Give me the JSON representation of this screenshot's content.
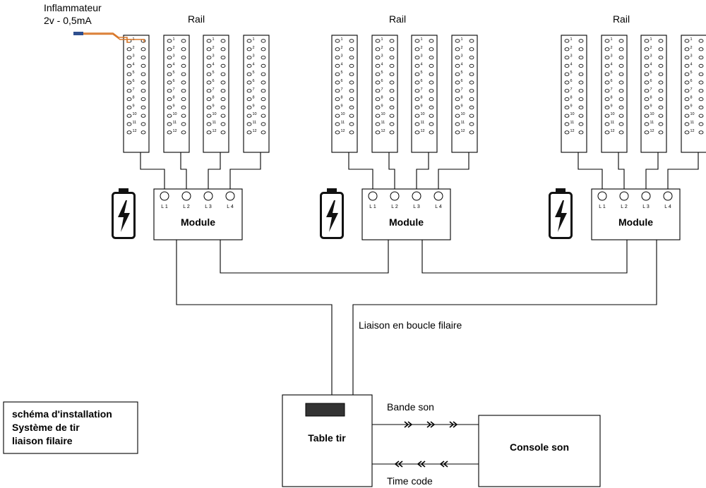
{
  "igniter": {
    "title": "Inflammateur",
    "spec": "2v - 0,5mA",
    "wire_color": "#d9782a",
    "tip_color": "#2f4f8f"
  },
  "rails": {
    "label": "Rail",
    "positions": [
      "1",
      "2",
      "3",
      "4",
      "5",
      "6",
      "7",
      "8",
      "9",
      "10",
      "11",
      "12"
    ]
  },
  "modules": {
    "label": "Module",
    "ports": [
      "L 1",
      "L 2",
      "L 3",
      "L 4"
    ]
  },
  "loop_label": "Liaison en boucle filaire",
  "firing_table": {
    "label": "Table tir"
  },
  "sound_console": {
    "label": "Console son"
  },
  "links": {
    "top": "Bande son",
    "bottom": "Time code"
  },
  "legend": {
    "lines": [
      "schéma d'installation",
      "Système de tir",
      "liaison filaire"
    ]
  },
  "icons": {
    "battery": "battery-charging-icon"
  }
}
